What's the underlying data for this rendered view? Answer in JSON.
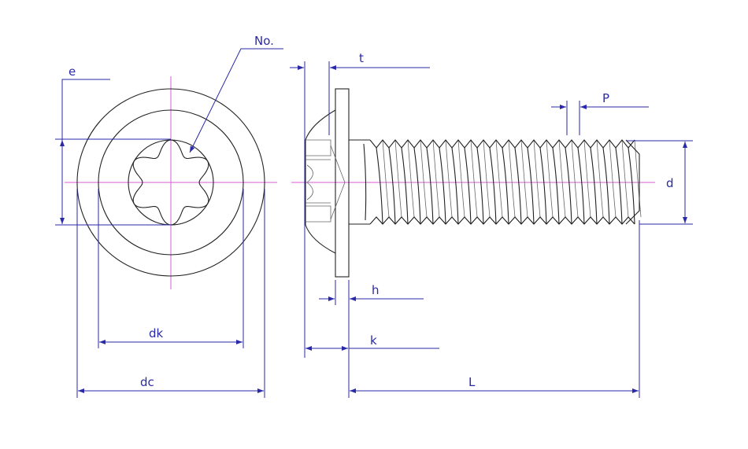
{
  "title": "Torx flange button head screw dimensions",
  "labels": {
    "no": "No.",
    "e": "e",
    "t": "t",
    "p": "P",
    "d": "d",
    "h": "h",
    "k": "k",
    "dk": "dk",
    "dc": "dc",
    "l": "L"
  },
  "colors": {
    "dimension": "#2a2aa8",
    "centerline": "#d45fd4",
    "outline": "#222222"
  }
}
